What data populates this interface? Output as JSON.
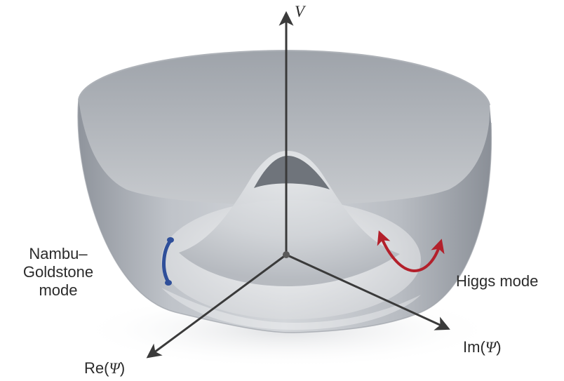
{
  "axes": {
    "v_label": "V",
    "re_prefix": "Re(",
    "re_symbol": "Ψ",
    "re_suffix": ")",
    "im_prefix": "Im(",
    "im_symbol": "Ψ",
    "im_suffix": ")"
  },
  "modes": {
    "nambu_line1": "Nambu–",
    "nambu_line2": "Goldstone",
    "nambu_line3": "mode",
    "higgs": "Higgs mode"
  },
  "colors": {
    "surface": "#a3a8b0",
    "axis": "#3a3a3a",
    "nambu_arrow": "#2f4f9a",
    "higgs_arrow": "#b3202b"
  }
}
